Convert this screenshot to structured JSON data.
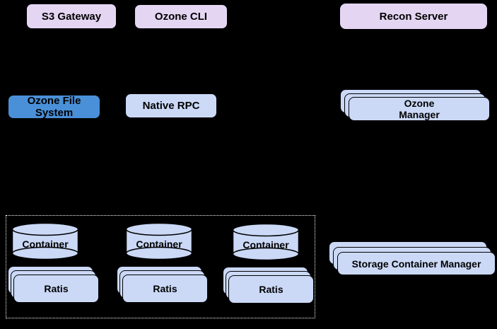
{
  "colors": {
    "lavender": "#E4D6F3",
    "periwinkle": "#CBD9F7",
    "blue": "#4A90D9",
    "outline": "#000000",
    "dotted": "#FFFFFF",
    "bg": "#000000",
    "text": "#000000"
  },
  "nodes": {
    "s3_gateway": "S3 Gateway",
    "ozone_cli": "Ozone CLI",
    "recon_server": "Recon Server",
    "ozone_file_system": "Ozone File System",
    "native_rpc": "Native RPC",
    "ozone_manager_line1": "Ozone",
    "ozone_manager_line2": "Manager",
    "storage_container_manager": "Storage Container Manager"
  },
  "datanodes": {
    "groups": [
      {
        "container": "Container",
        "ratis": "Ratis"
      },
      {
        "container": "Container",
        "ratis": "Ratis"
      },
      {
        "container": "Container",
        "ratis": "Ratis"
      }
    ]
  }
}
